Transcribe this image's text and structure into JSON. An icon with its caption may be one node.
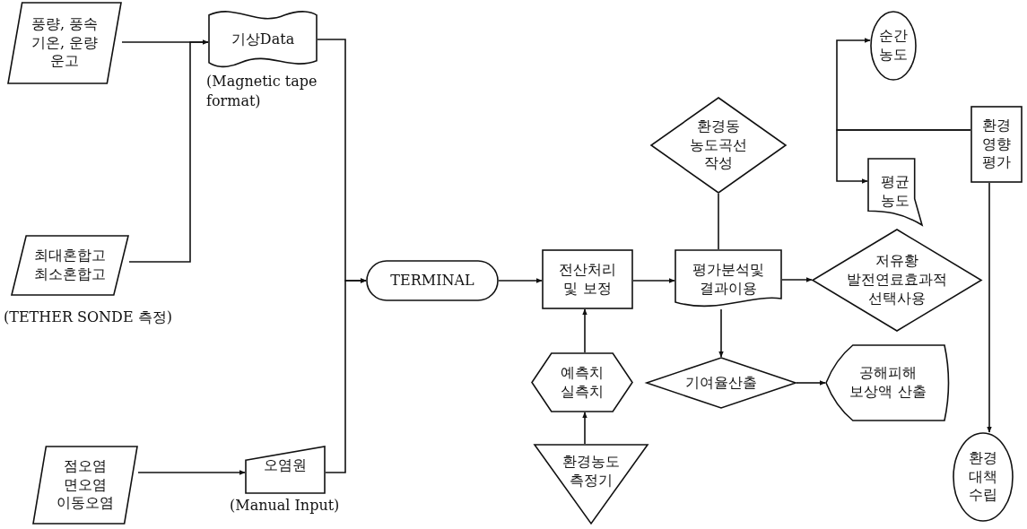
{
  "diagram": {
    "nodes": [
      {
        "text": [
          "풍량, 풍속 기온, 운량 운고"
        ]
      },
      {
        "text": [
          "기상Data"
        ],
        "beside": [
          "(Magnetic tape format)"
        ]
      },
      {
        "text": [
          "최대혼합고 최소혼합고"
        ]
      },
      {
        "text": [
          "점오염 면오염 이동오염"
        ]
      },
      {
        "text": [
          "오염원"
        ],
        "beside": [
          "(Manual Input)"
        ]
      },
      {
        "text": [
          "TERMINAL"
        ]
      },
      {
        "text": [
          "전산처리 및 보정"
        ]
      },
      {
        "text": [
          "평가분석및 결과이용"
        ]
      },
      {
        "text": [
          "환경동 농도곡선 작성"
        ]
      },
      {
        "text": [
          "예측치 실측치"
        ]
      },
      {
        "text": [
          "환경농도 측정기"
        ]
      },
      {
        "text": [
          "기여율산출"
        ]
      },
      {
        "text": [
          "공해피해 보상액 산출"
        ]
      },
      {
        "text": [
          "저유황 발전연료효과적 선택사용"
        ]
      },
      {
        "text": [
          "순간 농도"
        ]
      },
      {
        "text": [
          "평균 농도"
        ]
      },
      {
        "text": [
          "환경 영향 평가"
        ]
      },
      {
        "text": [
          "환경 대책 수립"
        ]
      }
    ],
    "edges": [
      {
        "from": 0,
        "to": 1,
        "arrow": "none"
      },
      {
        "from": 2,
        "to": 1,
        "arrow": "to"
      },
      {
        "from": 1,
        "to": 5,
        "arrow": "to"
      },
      {
        "from": 3,
        "to": 4,
        "arrow": "to"
      },
      {
        "from": 4,
        "to": 5,
        "arrow": "to"
      },
      {
        "from": 5,
        "to": 6,
        "arrow": "to"
      },
      {
        "from": 6,
        "to": 7,
        "arrow": "to"
      },
      {
        "from": 9,
        "to": 6,
        "arrow": "to"
      },
      {
        "from": 10,
        "to": 9,
        "arrow": "to"
      },
      {
        "from": 8,
        "to": 7,
        "arrow": "none"
      },
      {
        "from": 7,
        "to": 13,
        "arrow": "to"
      },
      {
        "from": 7,
        "to": 11,
        "arrow": "to"
      },
      {
        "from": 11,
        "to": 12,
        "arrow": "to"
      },
      {
        "from": 16,
        "to": 14,
        "arrow": "to"
      },
      {
        "from": 16,
        "to": 15,
        "arrow": "to"
      },
      {
        "from": 16,
        "to": 17,
        "arrow": "to"
      }
    ],
    "labels": [
      "(TETHER SONDE 측정)"
    ]
  }
}
